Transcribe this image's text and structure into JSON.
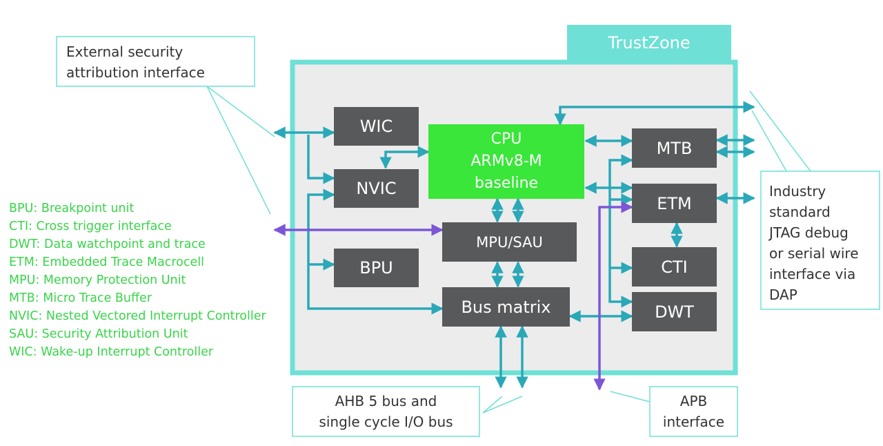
{
  "trustzone_label": "TrustZone",
  "callouts": {
    "external_security": [
      "External security",
      "attribution interface"
    ],
    "jtag": [
      "Industry",
      "standard",
      "JTAG debug",
      "or serial wire",
      "interface via",
      "DAP"
    ],
    "ahb": [
      "AHB 5 bus and",
      "single cycle I/O bus"
    ],
    "apb": [
      "APB",
      "interface"
    ]
  },
  "blocks": {
    "wic": "WIC",
    "nvic": "NVIC",
    "bpu": "BPU",
    "mpu_sau": "MPU/SAU",
    "bus_matrix": "Bus matrix",
    "mtb": "MTB",
    "etm": "ETM",
    "cti": "CTI",
    "dwt": "DWT"
  },
  "cpu": [
    "CPU",
    "ARMv8-M",
    "baseline"
  ],
  "legend": [
    "BPU: Breakpoint unit",
    "CTI: Cross trigger interface",
    "DWT: Data watchpoint and trace",
    "ETM: Embedded Trace Macrocell",
    "MPU: Memory Protection Unit",
    "MTB: Micro Trace Buffer",
    "NVIC: Nested Vectored Interrupt Controller",
    "SAU: Security Attribution Unit",
    "WIC: Wake-up Interrupt Controller"
  ],
  "colors": {
    "teal": "#6ee0d6",
    "arrow_teal": "#2aa8b8",
    "arrow_purple": "#7b57d6",
    "block_gray": "#58595b",
    "cpu_green": "#39e639",
    "legend_green": "#39d44a",
    "panel_gray": "#ececec"
  }
}
